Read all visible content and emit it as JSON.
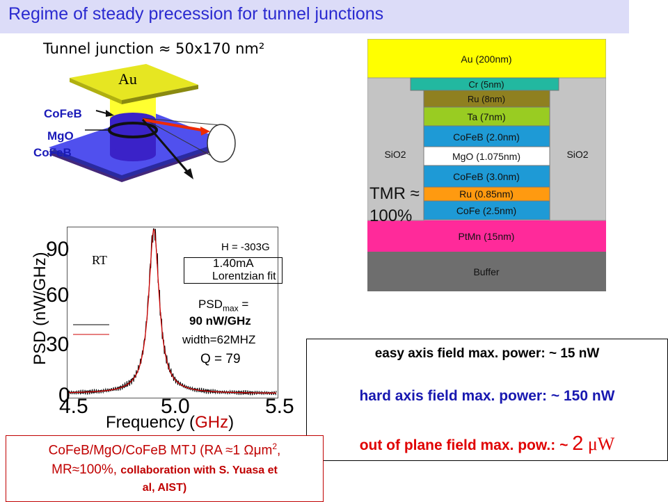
{
  "title": "Regime of steady precession for tunnel junctions",
  "junction": {
    "size_label": "Tunnel junction ≈ 50x170 nm²",
    "au_label": "Au",
    "layer_top": "CoFeB",
    "layer_mid": "MgO",
    "layer_bottom": "CoFeB"
  },
  "stack": {
    "left_fill": "SiO2",
    "right_fill": "SiO2",
    "tmr_line1": "TMR ≈",
    "tmr_line2": "100%",
    "layers": [
      {
        "label": "Au (200nm)",
        "color": "#ffff00"
      },
      {
        "label": "Cr (5nm)",
        "color": "#22b8a0"
      },
      {
        "label": "Ru (8nm)",
        "color": "#8f8020"
      },
      {
        "label": "Ta (7nm)",
        "color": "#99cc22"
      },
      {
        "label": "CoFeB (2.0nm)",
        "color": "#1e9ad6"
      },
      {
        "label": "MgO (1.075nm)",
        "color": "#ffffff"
      },
      {
        "label": "CoFeB (3.0nm)",
        "color": "#1e9ad6"
      },
      {
        "label": "Ru (0.85nm)",
        "color": "#ff9a10"
      },
      {
        "label": "CoFe (2.5nm)",
        "color": "#1e9ad6"
      },
      {
        "label": "PtMn (15nm)",
        "color": "#ff2a9a"
      },
      {
        "label": "Buffer",
        "color": "#6e6e6e"
      }
    ]
  },
  "chart_data": {
    "type": "line",
    "xlabel_main": "Frequency (",
    "xlabel_unit": "GHz",
    "xlabel_end": ")",
    "ylabel": "PSD (nW/GHz)",
    "xlim": [
      4.5,
      5.5
    ],
    "ylim": [
      0,
      90
    ],
    "xticks": [
      "4.5",
      "5.0",
      "5.5"
    ],
    "yticks": [
      "0",
      "30",
      "60",
      "90"
    ],
    "series": [
      {
        "name": "1.40mA",
        "color": "#000000",
        "center": 4.91,
        "width": 0.062,
        "peak": 90
      },
      {
        "name": "Lorentzian fit",
        "color": "#cc0000",
        "center": 4.91,
        "width": 0.062,
        "peak": 88
      }
    ],
    "annotations": {
      "rt": "RT",
      "field": "H = -303G",
      "psd_prefix": "PSD",
      "psd_sub": "max",
      "psd_suffix": " =",
      "psd_value": "90 nW/GHz",
      "width": "width=62MHZ",
      "q": "Q = 79"
    }
  },
  "info": {
    "line1": "easy axis field max. power: ~ 15 nW",
    "line1_color": "#000000",
    "line2": "hard axis field max. power: ~ 150 nW",
    "line2_color": "#1818b0",
    "line3_prefix": "out of plane field max. pow.: ~ ",
    "line3_big": "2",
    "line3_unit": " μW",
    "line3_color": "#e00000"
  },
  "mtj": {
    "line1a": "CoFeB/MgO/CoFeB MTJ (RA ≈1 Ωμm",
    "line1sup": "2",
    "line1b": ",",
    "line2a": "MR≈100%, ",
    "line2b": "collaboration with S. Yuasa et",
    "line3": "al, AIST)"
  }
}
